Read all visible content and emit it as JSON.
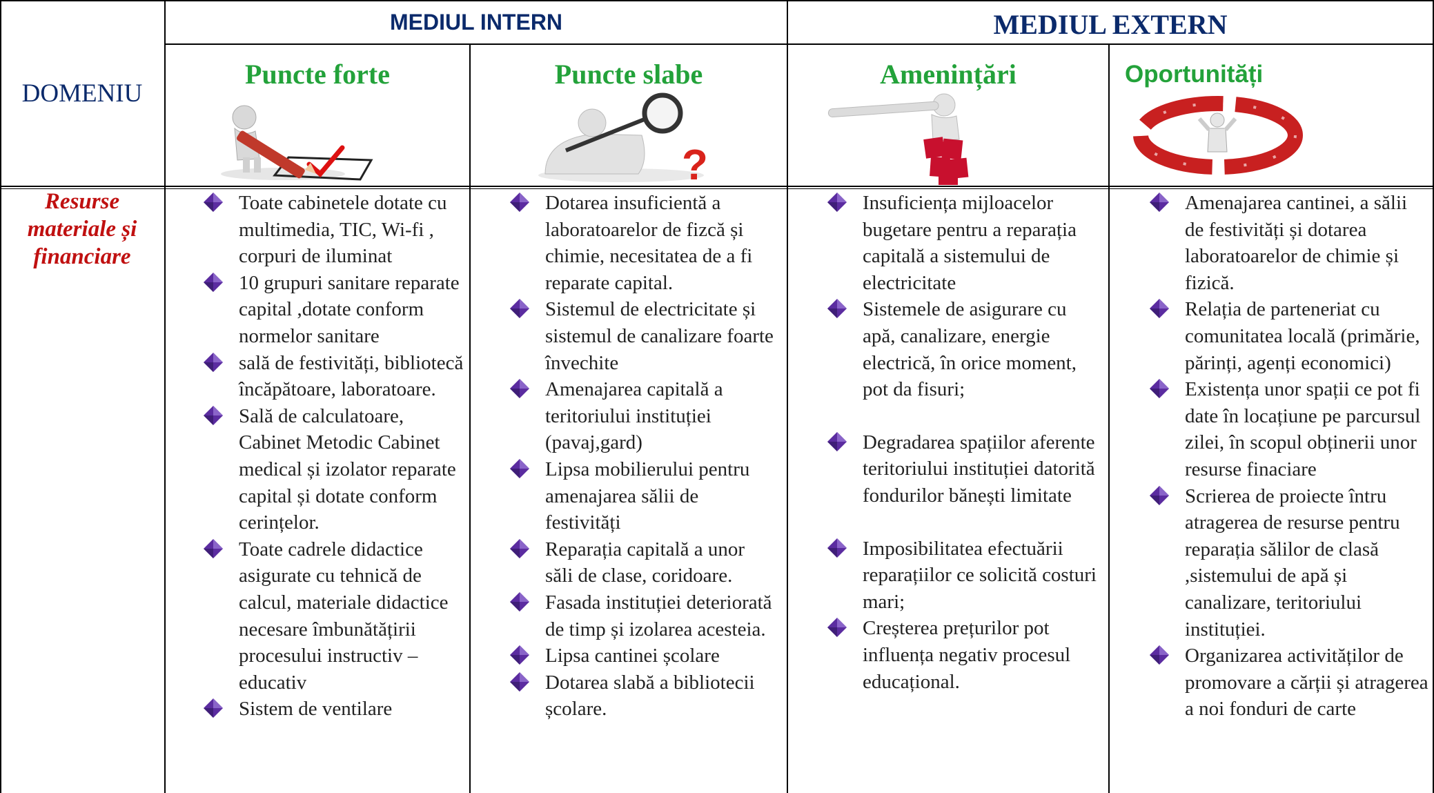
{
  "header": {
    "intern": "MEDIUL INTERN",
    "extern": "MEDIUL EXTERN",
    "domeniu": "DOMENIU"
  },
  "columns": [
    {
      "title": "Puncte forte",
      "icon": "pencil-checkmark-icon",
      "items": [
        "Toate cabinetele dotate cu multimedia, TIC, Wi-fi , corpuri de iluminat",
        "10 grupuri sanitare reparate capital ,dotate conform normelor sanitare",
        "sală de festivități, bibliotecă încăpătoare, laboratoare.",
        "Sală de calculatoare, Cabinet Metodic Cabinet medical și izolator reparate capital și dotate conform cerințelor.",
        "Toate cadrele didactice asigurate cu tehnică de calcul, materiale didactice necesare îmbunătățirii procesului instructiv –educativ",
        "Sistem de ventilare"
      ]
    },
    {
      "title": "Puncte slabe",
      "icon": "magnifier-question-icon",
      "items": [
        "Dotarea insuficientă a laboratoarelor de fizcă și chimie, necesitatea de a fi reparate capital.",
        "Sistemul de electricitate și sistemul de canalizare foarte învechite",
        "Amenajarea capitală a teritoriului instituției (pavaj,gard)",
        "Lipsa mobilierului pentru amenajarea sălii de festivități",
        "Reparația capitală a unor săli de clase, coridoare.",
        "Fasada instituției deteriorată de timp și izolarea acesteia.",
        "Lipsa cantinei școlare",
        "Dotarea slabă a bibliotecii școlare."
      ]
    },
    {
      "title": "Amenințări",
      "icon": "risk-blocks-icon",
      "items": [
        "Insuficiența mijloacelor bugetare pentru a reparația capitală a sistemului de electricitate",
        "Sistemele de asigurare cu apă, canalizare, energie electrică, în orice moment, pot da fisuri;",
        "Degradarea spațiilor aferente teritoriului instituției datorită fondurilor bănești limitate",
        "Imposibilitatea  efectuării reparațiilor ce solicită costuri mari;",
        "Creșterea prețurilor pot influența negativ procesul educațional."
      ]
    },
    {
      "title": "Oportunități",
      "icon": "success-circle-icon",
      "items": [
        "Amenajarea cantinei, a sălii de festivități și dotarea laboratoarelor de chimie și fizică.",
        "Relația de parteneriat cu comunitatea locală (primărie, părinți, agenți economici)",
        "Existența unor spații ce pot fi date în locațiune pe parcursul zilei, în scopul obținerii unor resurse finaciare",
        "Scrierea de proiecte întru atragerea de resurse pentru reparația sălilor de clasă ,sistemului de apă și canalizare, teritoriului instituției.",
        " Organizarea activităților de promovare a cărții și atragerea a noi fonduri de carte"
      ]
    }
  ],
  "row": {
    "domain_label": "Resurse materiale și financiare"
  },
  "colors": {
    "header_blue": "#0b2a6b",
    "title_green": "#23a23a",
    "domain_red": "#c01010",
    "bullet_purple": "#5b2ca0"
  }
}
